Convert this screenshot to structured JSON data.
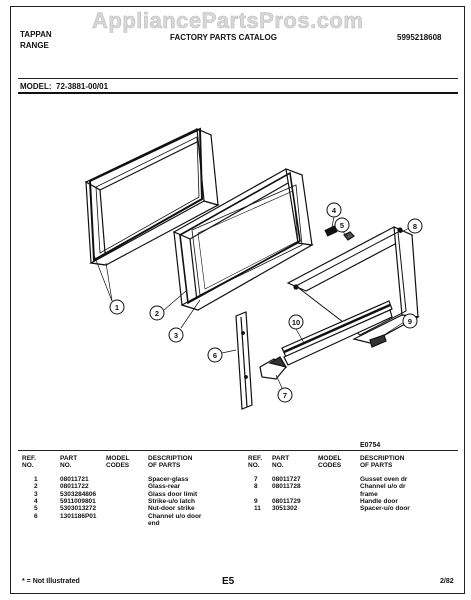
{
  "watermark": "AppliancePartsPros.com",
  "header": {
    "brand_line1": "TAPPAN",
    "brand_line2": "RANGE",
    "catalog_title": "FACTORY PARTS CATALOG",
    "catalog_number": "5995218608"
  },
  "model": {
    "label": "MODEL:",
    "value": "72-3881-00/01"
  },
  "diagram": {
    "drawing_code": "E0754",
    "callouts": [
      "1",
      "2",
      "3",
      "4",
      "5",
      "6",
      "7",
      "8",
      "9",
      "10"
    ]
  },
  "table": {
    "headers": {
      "ref": [
        "REF.",
        "NO."
      ],
      "part": [
        "PART",
        "NO."
      ],
      "model": [
        "MODEL",
        "CODES"
      ],
      "desc": [
        "DESCRIPTION",
        "OF PARTS"
      ]
    },
    "left_rows": [
      {
        "ref": "1",
        "part": "08011721",
        "model": "",
        "desc": "Spacer-glass"
      },
      {
        "ref": "2",
        "part": "08011722",
        "model": "",
        "desc": "Glass-rear"
      },
      {
        "ref": "3",
        "part": "5303284806",
        "model": "",
        "desc": "Glass door limit"
      },
      {
        "ref": "4",
        "part": "5911009801",
        "model": "",
        "desc": "Strike-u/o latch"
      },
      {
        "ref": "5",
        "part": "5303013272",
        "model": "",
        "desc": "Nut-door strike"
      },
      {
        "ref": "6",
        "part": "1301186P01",
        "model": "",
        "desc": "Channel u/o door"
      },
      {
        "ref": "",
        "part": "",
        "model": "",
        "desc": "end"
      }
    ],
    "right_rows": [
      {
        "ref": "7",
        "part": "08011727",
        "model": "",
        "desc": "Gusset oven dr"
      },
      {
        "ref": "8",
        "part": "08011728",
        "model": "",
        "desc": "Channel u/o dr"
      },
      {
        "ref": "",
        "part": "",
        "model": "",
        "desc": "frame"
      },
      {
        "ref": "9",
        "part": "08011729",
        "model": "",
        "desc": "Handle door"
      },
      {
        "ref": "11",
        "part": "3051302",
        "model": "",
        "desc": "Spacer-u/o door"
      }
    ]
  },
  "footer": {
    "note": "* = Not Illustrated",
    "page": "E5",
    "date": "2/82"
  }
}
